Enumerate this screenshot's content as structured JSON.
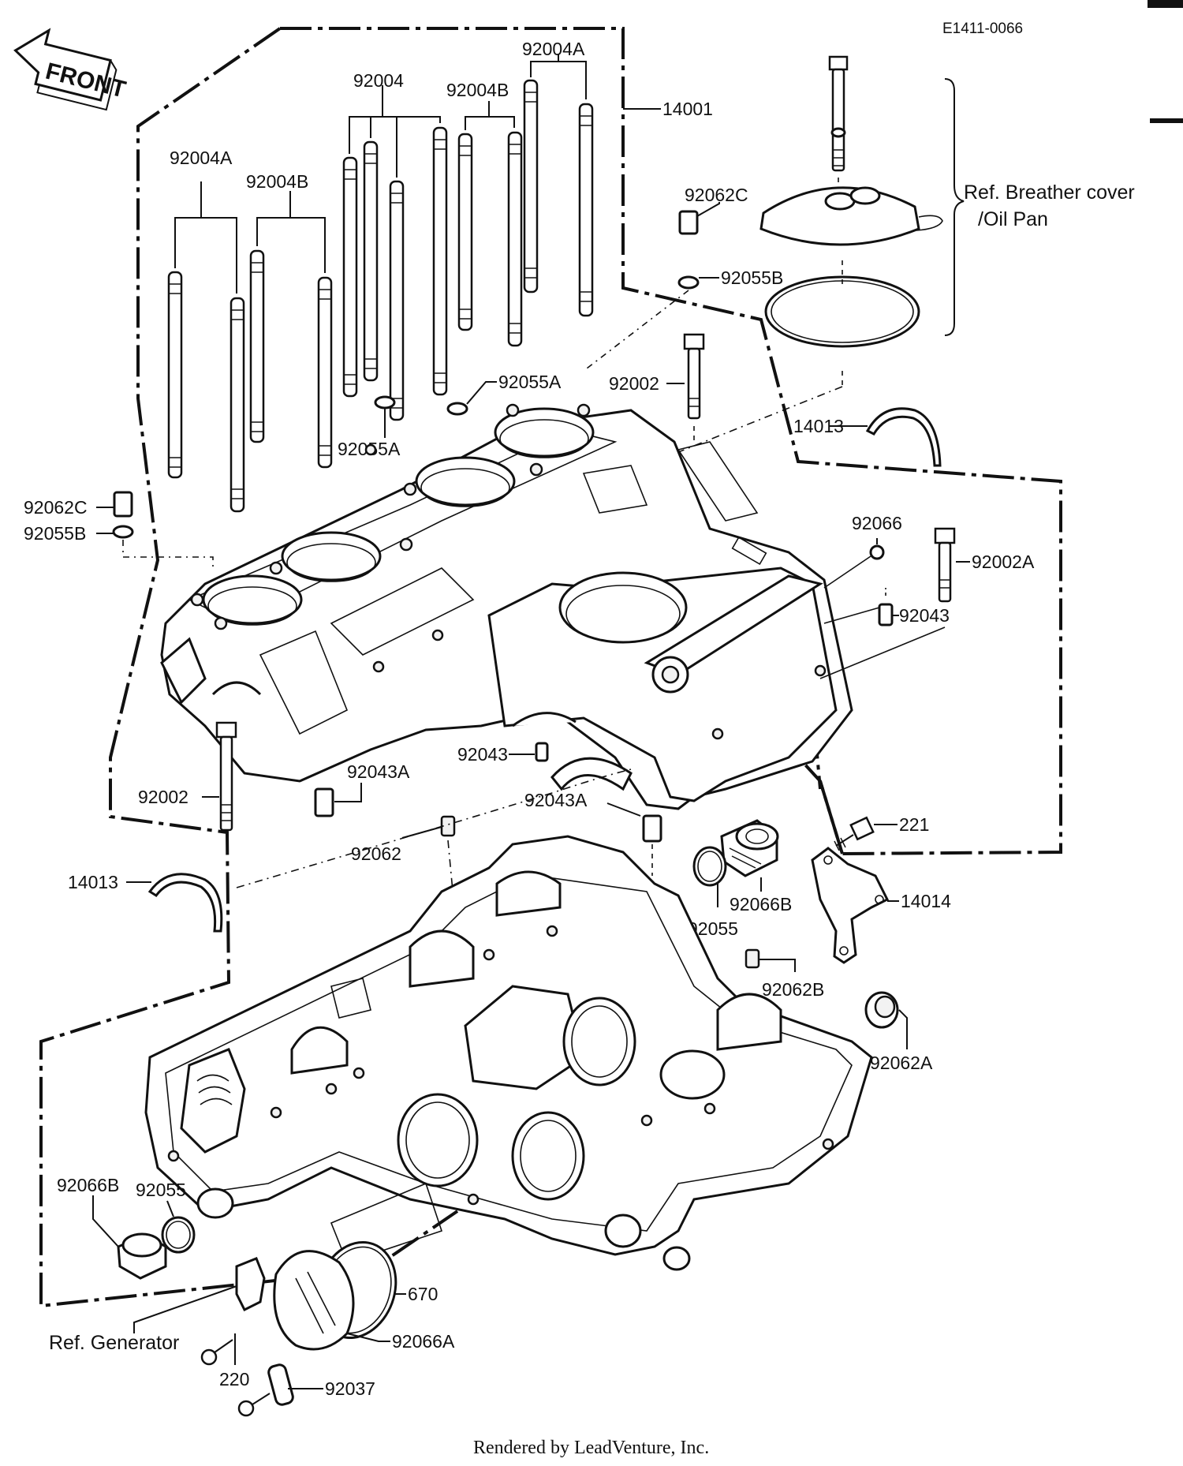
{
  "diagram": {
    "code": "E1411-0066",
    "front_label": "FRONT",
    "footer": "Rendered by LeadVenture, Inc.",
    "ref_breather_line1": "Ref. Breather cover",
    "ref_breather_line2": "/Oil Pan",
    "ref_generator": "Ref. Generator",
    "callouts": {
      "c14001": "14001",
      "c92004": "92004",
      "c92004A_top": "92004A",
      "c92004B_top": "92004B",
      "c92004A_left": "92004A",
      "c92004B_left": "92004B",
      "c92062C_right": "92062C",
      "c92055B_right": "92055B",
      "c92055A_upper": "92055A",
      "c92055A_lower": "92055A",
      "c92002_upper": "92002",
      "c14013_upper": "14013",
      "c92062C_left": "92062C",
      "c92055B_left": "92055B",
      "c92066": "92066",
      "c92002A": "92002A",
      "c92043_right": "92043",
      "c92043_mid": "92043",
      "c92043A_left": "92043A",
      "c92002_lower": "92002",
      "c92043A_mid": "92043A",
      "c92062": "92062",
      "c221": "221",
      "c14014": "14014",
      "c14013_lower": "14013",
      "c92066B_right": "92066B",
      "c92055_right": "92055",
      "c92062B": "92062B",
      "c92062A": "92062A",
      "c92066B_left": "92066B",
      "c92055_left": "92055",
      "c670": "670",
      "c92066A": "92066A",
      "c220": "220",
      "c92037": "92037"
    }
  }
}
